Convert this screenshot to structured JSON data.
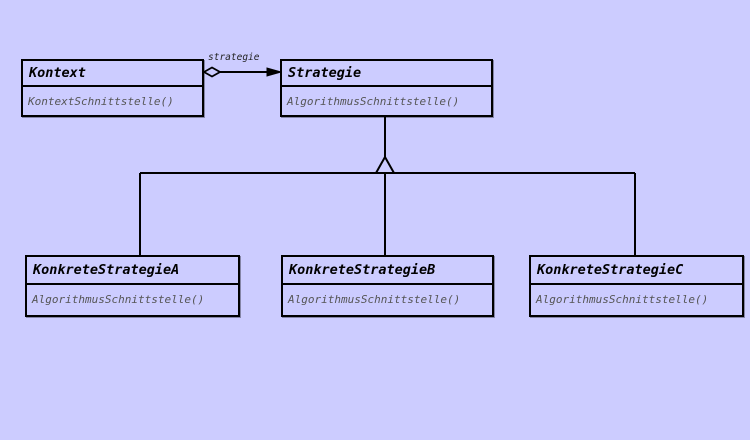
{
  "diagram": {
    "background_color": "#ccccff",
    "association": {
      "label": "strategie"
    },
    "classes": {
      "kontext": {
        "name": "Kontext",
        "operation": "KontextSchnittstelle()"
      },
      "strategie": {
        "name": "Strategie",
        "operation": "AlgorithmusSchnittstelle()"
      },
      "konkrete_a": {
        "name": "KonkreteStrategieA",
        "operation": "AlgorithmusSchnittstelle()"
      },
      "konkrete_b": {
        "name": "KonkreteStrategieB",
        "operation": "AlgorithmusSchnittstelle()"
      },
      "konkrete_c": {
        "name": "KonkreteStrategieC",
        "operation": "AlgorithmusSchnittstelle()"
      }
    }
  }
}
